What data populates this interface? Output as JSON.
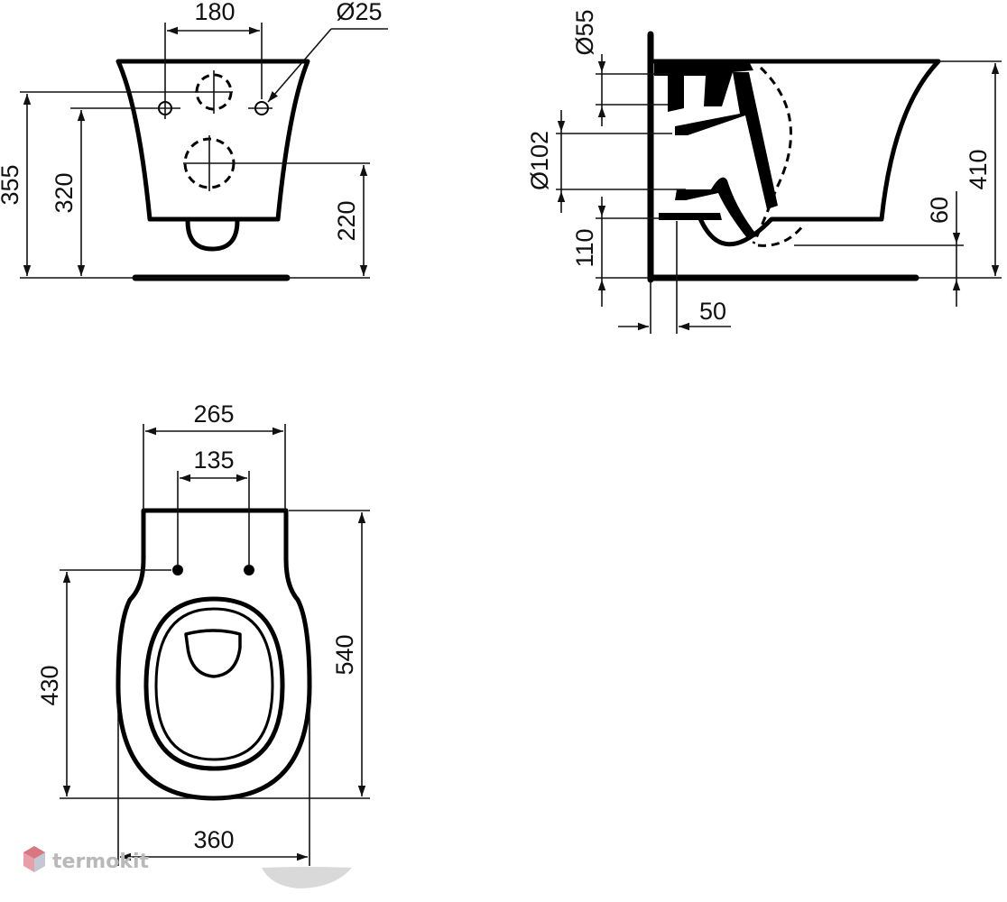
{
  "front_view": {
    "dims": {
      "bolt_spacing": "180",
      "bolt_hole_diameter": "Ø25",
      "height_overall": "355",
      "height_bolts": "320",
      "height_outlet": "220"
    }
  },
  "side_view": {
    "dims": {
      "inlet_diameter": "Ø55",
      "outlet_diameter": "Ø102",
      "outlet_height": "110",
      "wall_offset": "50",
      "rim_height": "410",
      "base_offset": "60"
    }
  },
  "top_view": {
    "dims": {
      "rear_width": "265",
      "seat_hole_spacing": "135",
      "hole_to_front": "430",
      "overall_length": "540",
      "overall_width": "360"
    }
  },
  "watermark": {
    "text": "termokit"
  },
  "colors": {
    "line": "#000000",
    "watermark": "#b9b9b9",
    "background": "#ffffff"
  }
}
